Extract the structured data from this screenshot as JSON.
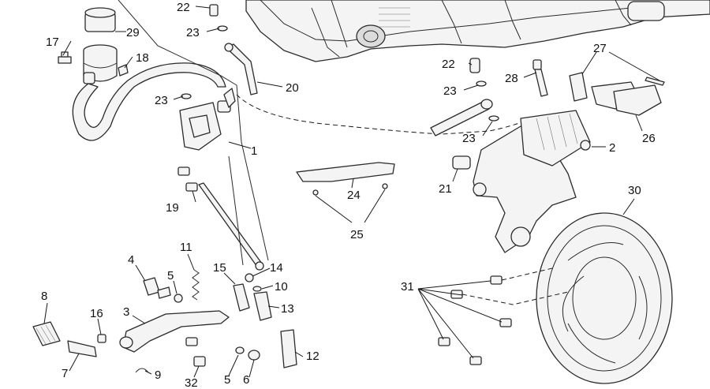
{
  "callouts": {
    "c1": "1",
    "c2": "2",
    "c3": "3",
    "c4": "4",
    "c5a": "5",
    "c5b": "5",
    "c6": "6",
    "c7": "7",
    "c8": "8",
    "c9": "9",
    "c10": "10",
    "c11": "11",
    "c12": "12",
    "c13": "13",
    "c14": "14",
    "c15": "15",
    "c16": "16",
    "c17": "17",
    "c18": "18",
    "c19": "19",
    "c20": "20",
    "c21": "21",
    "c22a": "22",
    "c22b": "22",
    "c23a": "23",
    "c23b": "23",
    "c23c": "23",
    "c23d": "23",
    "c24": "24",
    "c25": "25",
    "c26": "26",
    "c27": "27",
    "c28": "28",
    "c29": "29",
    "c30": "30",
    "c31": "31",
    "c32": "32"
  },
  "colors": {
    "line": "#2b2b2b",
    "fill": "#f4f4f4",
    "background": "#ffffff"
  }
}
